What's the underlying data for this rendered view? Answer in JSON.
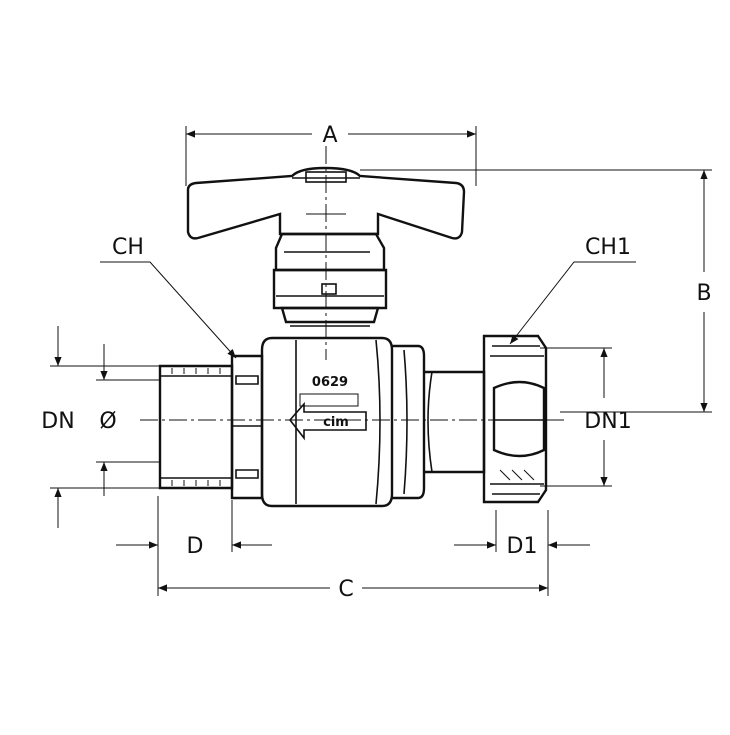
{
  "labels": {
    "a": "A",
    "b": "B",
    "c": "C",
    "d": "D",
    "d1": "D1",
    "ch": "CH",
    "ch1": "CH1",
    "dn": "DN",
    "dn_dia": "Ø",
    "dn1": "DN1"
  },
  "body_marking": {
    "code": "0629",
    "brand": "cim"
  },
  "colors": {
    "line": "#111111",
    "background": "#ffffff"
  }
}
